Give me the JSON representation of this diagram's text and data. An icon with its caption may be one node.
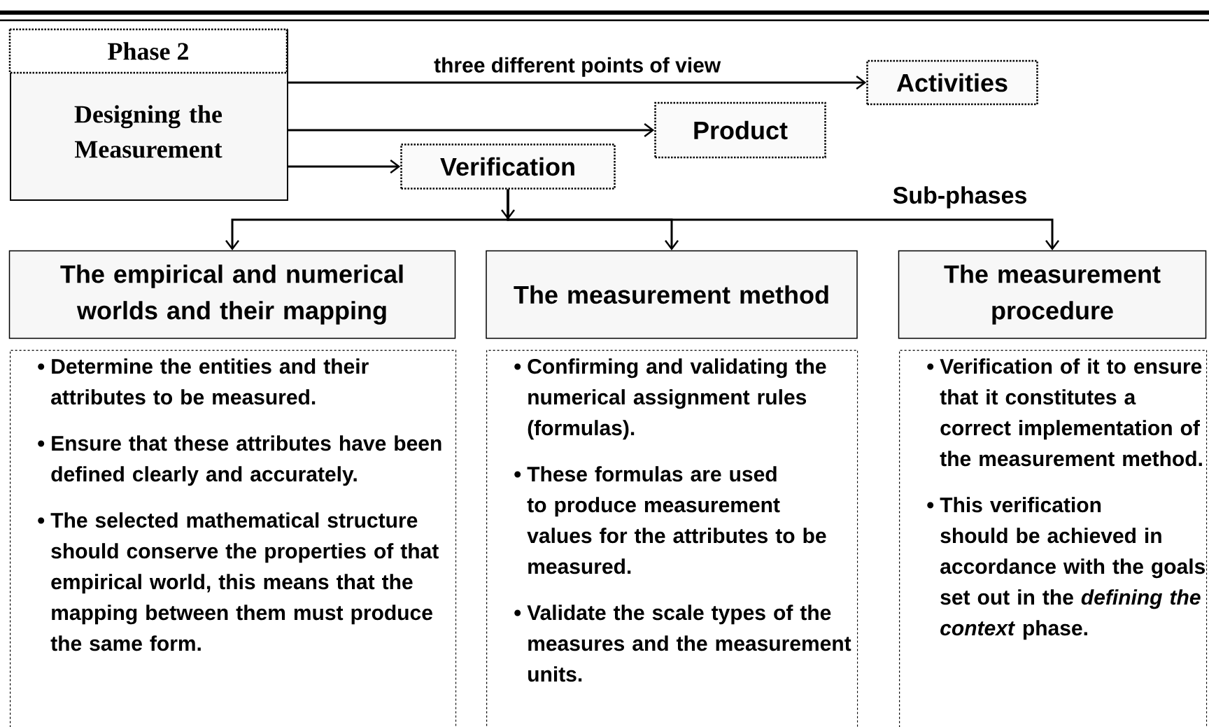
{
  "diagram": {
    "nodes": [
      {
        "text": [
          "Phase 2",
          "Designing the Measurement"
        ]
      },
      {
        "text": [
          "Activities"
        ]
      },
      {
        "text": [
          "Product"
        ]
      },
      {
        "text": [
          "Verification"
        ]
      },
      {
        "text": [
          "The empirical and numerical worlds and their mapping"
        ]
      },
      {
        "text": [
          "The measurement method"
        ]
      },
      {
        "text": [
          "The measurement procedure"
        ]
      },
      {
        "text": [
          "Determine the entities and their attributes to be measured.",
          "Ensure that these attributes have been defined clearly and accurately.",
          "The selected mathematical structure should conserve the properties of that empirical world, this means that the mapping between them must produce the same form."
        ]
      },
      {
        "text": [
          "Confirming and validating the numerical assignment rules (formulas).",
          "These formulas are used to produce measurement values for the attributes to be measured.",
          "Validate the scale types of the measures and the measurement units."
        ]
      },
      {
        "text": [
          "Verification of it to ensure that it constitutes a correct implementation of the measurement method.",
          "This verification should be achieved in accordance with the goals set out in the *defining the context* phase."
        ]
      }
    ],
    "edges": [
      {
        "from": 0,
        "to": 1,
        "arrow": "to",
        "label": "three different points of view"
      },
      {
        "from": 0,
        "to": 2,
        "arrow": "to"
      },
      {
        "from": 0,
        "to": 3,
        "arrow": "to"
      },
      {
        "from": 3,
        "to": 4,
        "arrow": "to"
      },
      {
        "from": 3,
        "to": 5,
        "arrow": "to"
      },
      {
        "from": 3,
        "to": 6,
        "arrow": "to"
      }
    ],
    "labels": [
      "Sub-phases"
    ]
  }
}
